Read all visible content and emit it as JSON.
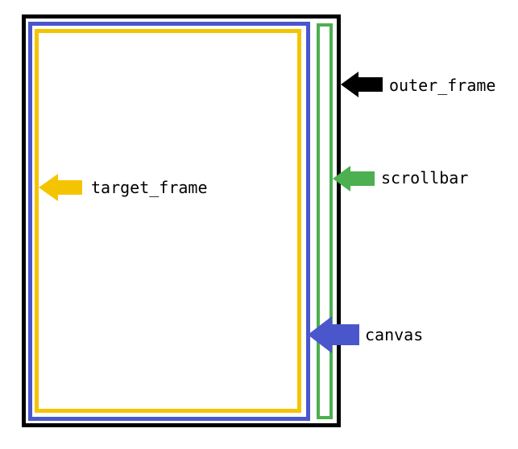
{
  "labels": {
    "outer_frame": "outer_frame",
    "scrollbar": "scrollbar",
    "target_frame": "target_frame",
    "canvas": "canvas"
  },
  "colors": {
    "outer_frame": "#000000",
    "canvas": "#4a56cc",
    "target_frame": "#f5c400",
    "scrollbar": "#4caf50"
  }
}
